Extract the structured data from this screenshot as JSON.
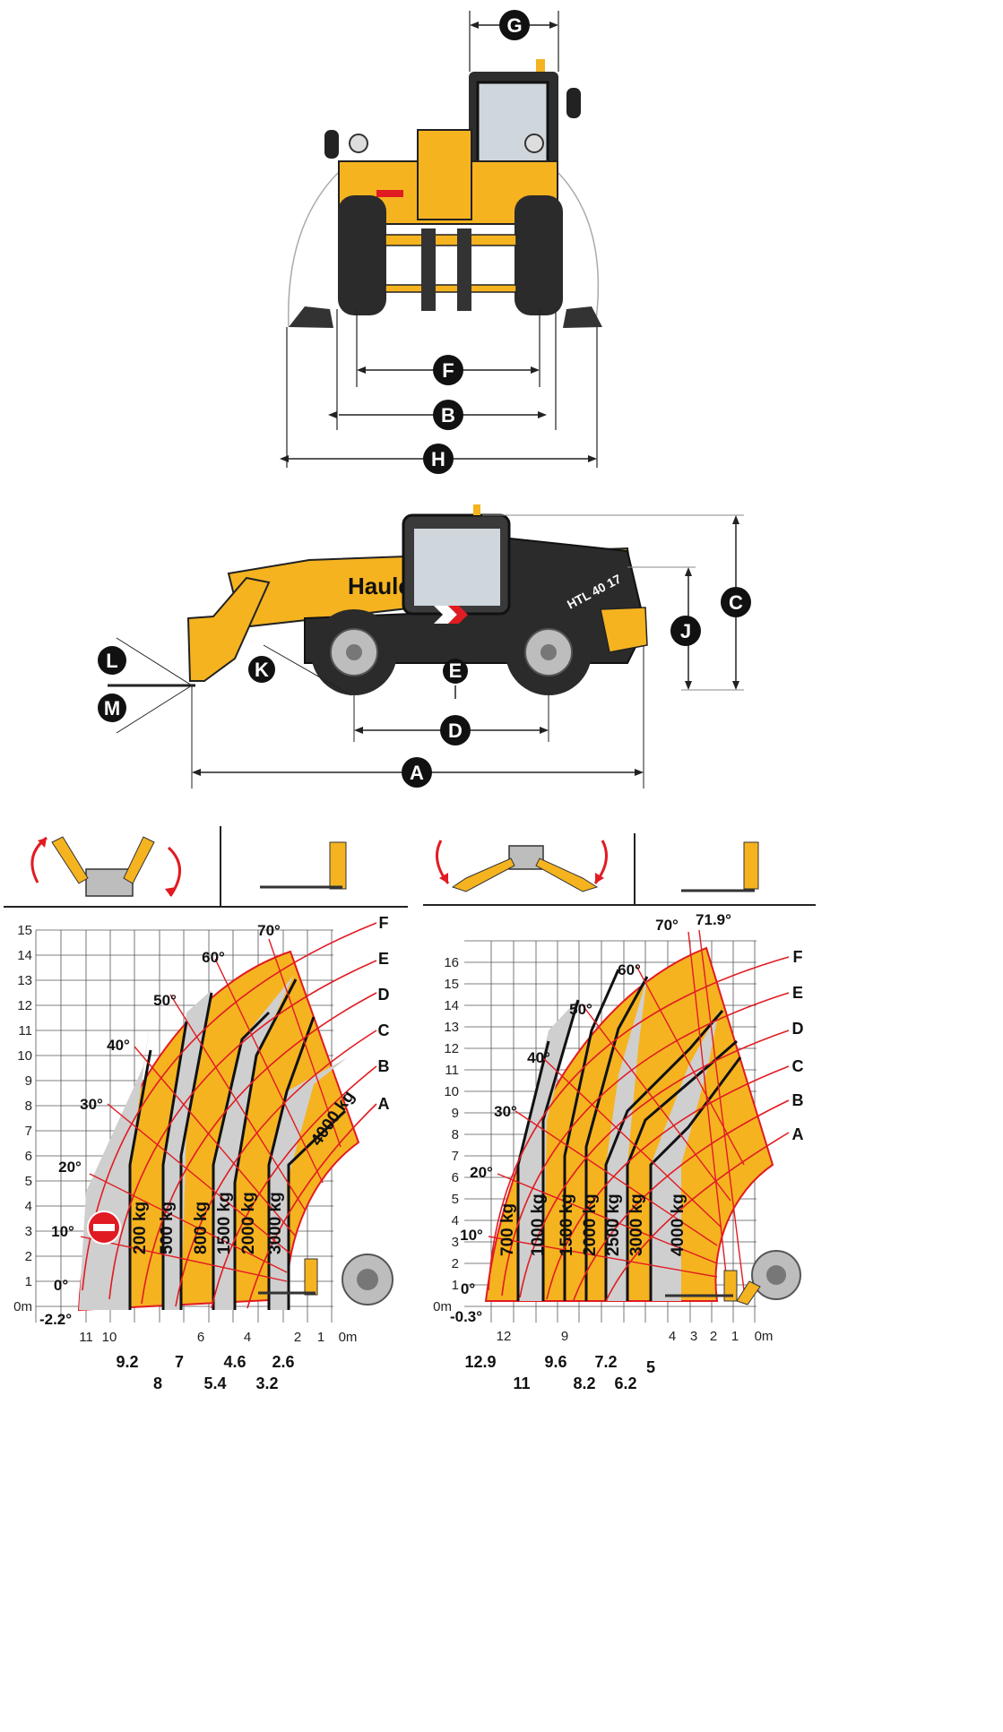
{
  "front_view": {
    "dims": [
      "G",
      "F",
      "B",
      "H"
    ]
  },
  "side_view": {
    "dims": [
      "C",
      "J",
      "L",
      "M",
      "K",
      "E",
      "D",
      "A"
    ],
    "boom_brand": "Haule",
    "model_badge": "HTL 40 17"
  },
  "chart_left": {
    "y_ticks": [
      "0m",
      "1",
      "2",
      "3",
      "4",
      "5",
      "6",
      "7",
      "8",
      "9",
      "10",
      "11",
      "12",
      "13",
      "14",
      "15"
    ],
    "x_ticks": [
      "11",
      "10",
      "6",
      "4",
      "2",
      "1",
      "0m"
    ],
    "angles": [
      "0°",
      "10°",
      "20°",
      "30°",
      "40°",
      "50°",
      "60°",
      "70°"
    ],
    "min_angle": "-2.2°",
    "curves": [
      "F",
      "E",
      "D",
      "C",
      "B",
      "A"
    ],
    "loads": [
      "200 kg",
      "500 kg",
      "800 kg",
      "1500 kg",
      "2000 kg",
      "3000 kg",
      "4000 kg"
    ],
    "reach_labels": [
      "9.2",
      "8",
      "7",
      "5.4",
      "4.6",
      "3.2",
      "2.6"
    ]
  },
  "chart_right": {
    "y_ticks": [
      "0m",
      "1",
      "2",
      "3",
      "4",
      "5",
      "6",
      "7",
      "8",
      "9",
      "10",
      "11",
      "12",
      "13",
      "14",
      "15",
      "16"
    ],
    "x_ticks": [
      "12",
      "9",
      "4",
      "3",
      "2",
      "1",
      "0m"
    ],
    "angles": [
      "0°",
      "10°",
      "20°",
      "30°",
      "40°",
      "50°",
      "60°",
      "70°",
      "71.9°"
    ],
    "min_angle": "-0.3°",
    "curves": [
      "F",
      "E",
      "D",
      "C",
      "B",
      "A"
    ],
    "loads": [
      "700 kg",
      "1000 kg",
      "1500 kg",
      "2000 kg",
      "2500 kg",
      "3000 kg",
      "4000 kg"
    ],
    "reach_labels": [
      "12.9",
      "11",
      "9.6",
      "8.2",
      "7.2",
      "6.2",
      "5"
    ]
  },
  "colors": {
    "yellow": "#f5b320",
    "grey_band": "#cfcfcf",
    "red_line": "#e11b22",
    "badge": "#111111",
    "machine_dark": "#2b2b2b"
  }
}
